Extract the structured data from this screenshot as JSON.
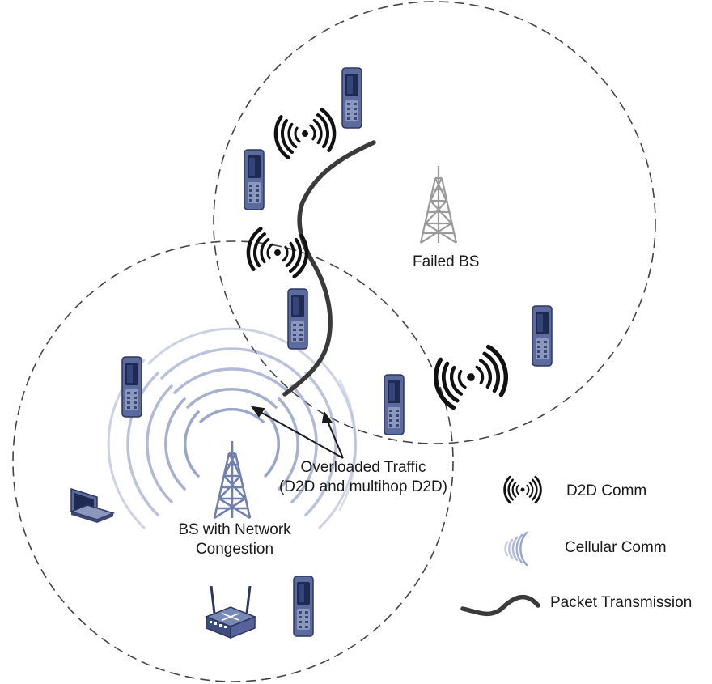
{
  "labels": {
    "failed_bs": "Failed BS",
    "congested_bs_line1": "BS with Network",
    "congested_bs_line2": "Congestion",
    "overloaded_line1": "Overloaded Traffic",
    "overloaded_line2": "(D2D and multihop D2D)"
  },
  "legend": {
    "d2d": "D2D Comm",
    "cellular": "Cellular Comm",
    "packet": "Packet Transmission"
  },
  "icons": {
    "phone": "mobile-phone-icon",
    "tower": "cell-tower-icon",
    "laptop": "laptop-icon",
    "router": "router-icon",
    "d2d": "d2d-wave-icon",
    "cellular": "cellular-wave-icon"
  },
  "colors": {
    "phone_body": "#5b6b9e",
    "phone_dark": "#1e2a52",
    "tower_failed": "#9a9a9a",
    "tower_congested": "#6f7fae",
    "cellular_wave": "#8e9bc4",
    "d2d_wave": "#111111",
    "circle": "#444444"
  }
}
